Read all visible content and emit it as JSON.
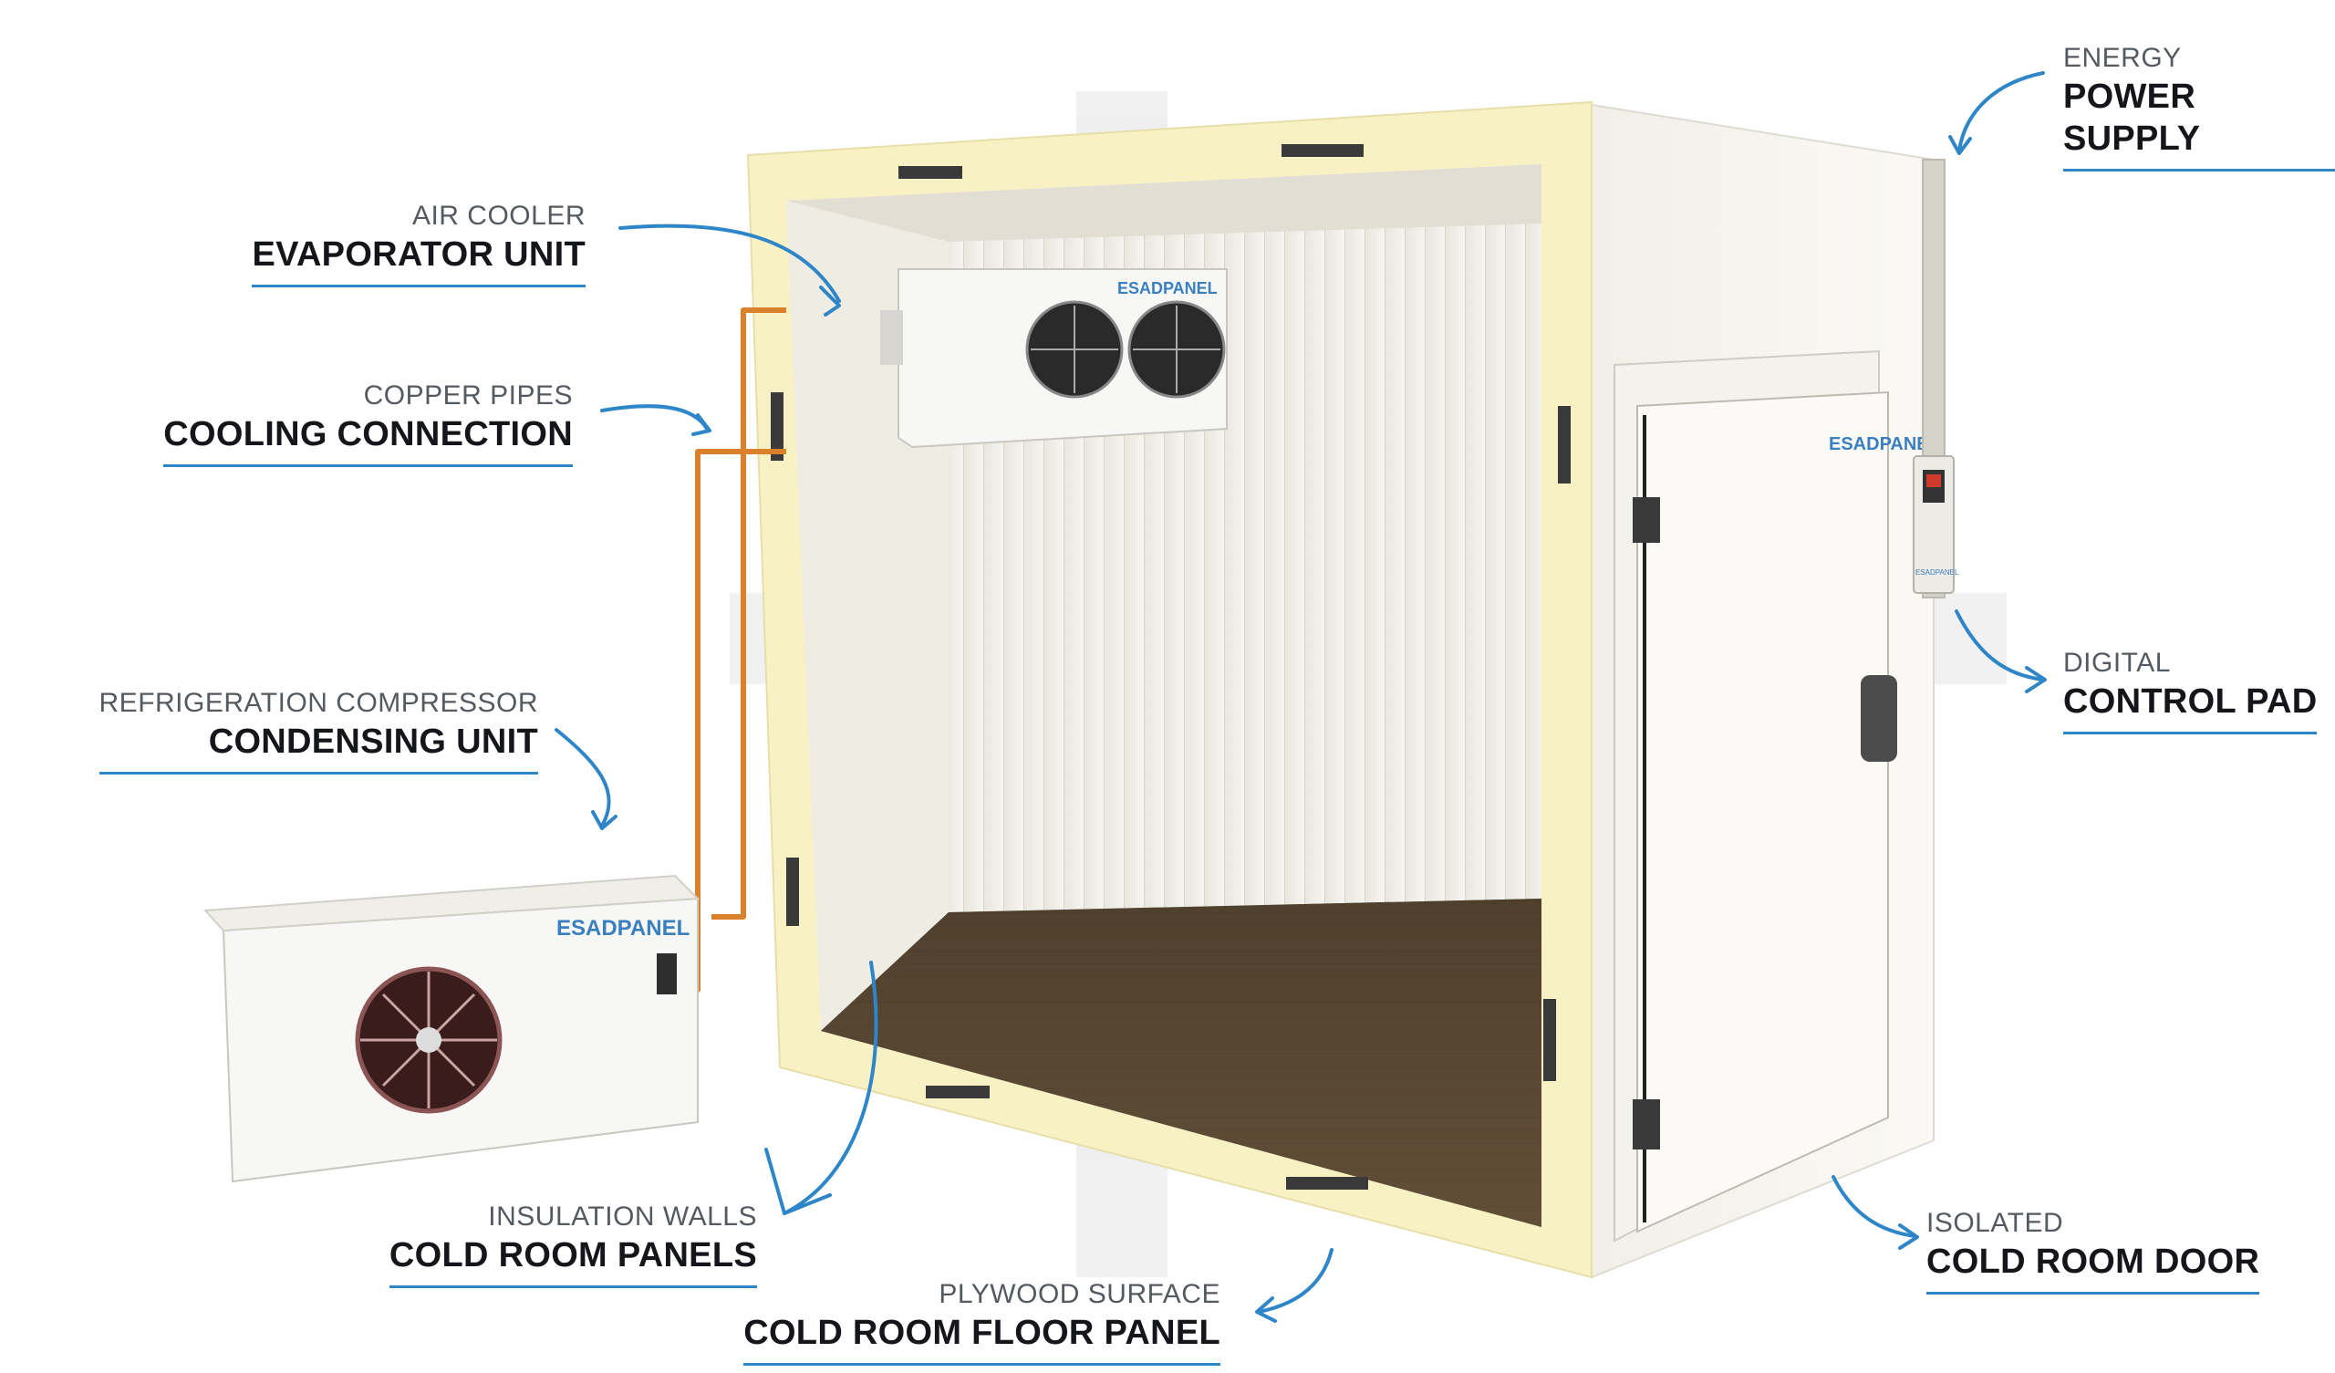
{
  "labels": {
    "evaporator": {
      "sub": "AIR COOLER",
      "main": "EVAPORATOR UNIT"
    },
    "copper": {
      "sub": "COPPER PIPES",
      "main": "COOLING CONNECTION"
    },
    "compressor": {
      "sub": "REFRIGERATION COMPRESSOR",
      "main": "CONDENSING UNIT"
    },
    "insulation": {
      "sub": "INSULATION WALLS",
      "main": "COLD ROOM PANELS"
    },
    "floor": {
      "sub": "PLYWOOD SURFACE",
      "main": "COLD ROOM FLOOR PANEL"
    },
    "energy": {
      "sub": "ENERGY",
      "main": "POWER SUPPLY"
    },
    "control": {
      "sub": "DIGITAL",
      "main": "CONTROL PAD"
    },
    "door": {
      "sub": "ISOLATED",
      "main": "COLD ROOM DOOR"
    }
  },
  "brand": {
    "evaporator_logo": "ESADPANEL",
    "door_logo": "ESADPANEL",
    "compressor_logo": "ESADPANEL",
    "controller_logo": "ESADPANEL"
  },
  "colors": {
    "accent_arrow": "#2e86c8",
    "pipe": "#d9822b",
    "panel_edge": "#f7f1c4",
    "floor": "#5a4a36"
  }
}
